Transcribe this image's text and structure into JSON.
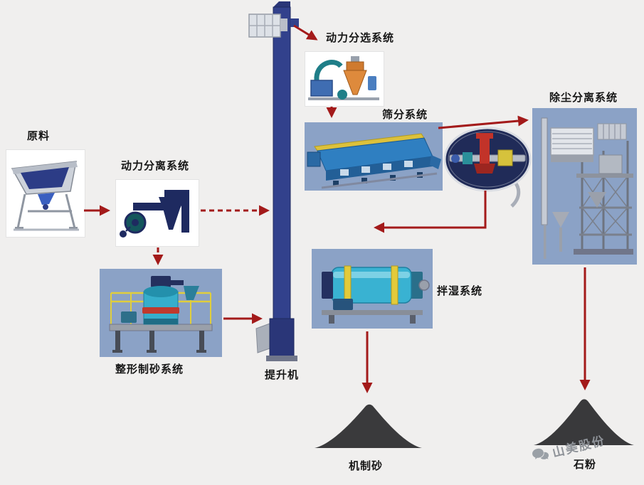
{
  "canvas": {
    "bg": "#f0efee",
    "arrow_color": "#a31a1a",
    "panel_blue": "#8ba2c6"
  },
  "nodes": {
    "raw_material": {
      "label": "原料"
    },
    "power_separation": {
      "label": "动力分离系统"
    },
    "power_sorting": {
      "label": "动力分选系统"
    },
    "screening": {
      "label": "筛分系统"
    },
    "dust_separation": {
      "label": "除尘分离系统"
    },
    "shaping_sand": {
      "label": "整形制砂系统"
    },
    "elevator": {
      "label": "提升机"
    },
    "wetting": {
      "label": "拌湿系统"
    },
    "machine_sand": {
      "label": "机制砂"
    },
    "stone_powder": {
      "label": "石粉"
    }
  },
  "watermark": {
    "text": "山美股份"
  }
}
